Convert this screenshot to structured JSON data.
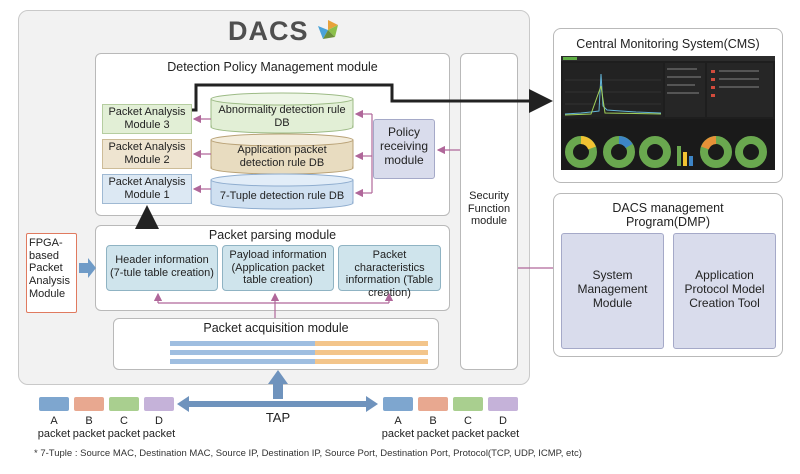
{
  "logo": {
    "text": "DACS"
  },
  "main": {
    "detection_policy_title": "Detection Policy Management module",
    "pam3": "Packet Analysis Module 3",
    "pam2": "Packet Analysis Module 2",
    "pam1": "Packet Analysis Module 1",
    "db_abnormality": "Abnormality detection rule DB",
    "db_application": "Application packet detection rule DB",
    "db_7tuple": "7-Tuple detection rule DB",
    "policy_receiving": "Policy receiving module",
    "security_function": "Security Function module",
    "packet_parsing_title": "Packet parsing module",
    "header_info": "Header information (7-tule table creation)",
    "payload_info": "Payload information (Application packet table creation)",
    "packet_char_info": "Packet characteristics information (Table creation)",
    "fpga": "FPGA-based Packet Analysis Module",
    "acquisition_title": "Packet acquisition module"
  },
  "cms": {
    "title": "Central Monitoring System(CMS)"
  },
  "dmp": {
    "title": "DACS management Program(DMP)",
    "system_mgmt": "System Management Module",
    "app_protocol": "Application Protocol Model Creation Tool"
  },
  "tap": {
    "label": "TAP"
  },
  "packets_left": [
    {
      "letter": "A",
      "word": "packet",
      "color": "#7ea6cf"
    },
    {
      "letter": "B",
      "word": "packet",
      "color": "#e8a890"
    },
    {
      "letter": "C",
      "word": "packet",
      "color": "#a9cf8f"
    },
    {
      "letter": "D",
      "word": "packet",
      "color": "#c5b2d9"
    }
  ],
  "packets_right": [
    {
      "letter": "A",
      "word": "packet",
      "color": "#7ea6cf"
    },
    {
      "letter": "B",
      "word": "packet",
      "color": "#e8a890"
    },
    {
      "letter": "C",
      "word": "packet",
      "color": "#a9cf8f"
    },
    {
      "letter": "D",
      "word": "packet",
      "color": "#c5b2d9"
    }
  ],
  "footnote": "* 7-Tuple : Source MAC, Destination MAC, Source IP, Destination IP, Source Port, Destination Port, Protocol(TCP, UDP, ICMP, etc)"
}
